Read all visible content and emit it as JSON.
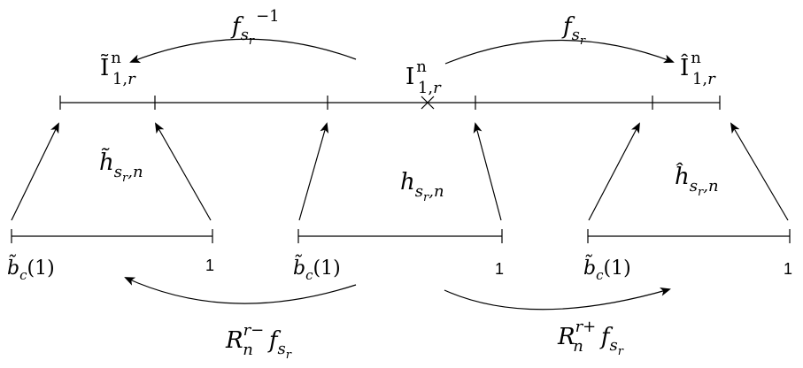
{
  "top_arrows": {
    "left": {
      "base": "f",
      "sub": "s",
      "subsub": "r",
      "sup": "−1"
    },
    "right": {
      "base": "f",
      "sub": "s",
      "subsub": "r"
    }
  },
  "top_labels": {
    "left": {
      "base": "Ĩ",
      "sup": "n",
      "sub": "1,",
      "sub_r": "r"
    },
    "middle": {
      "base": "I",
      "sup": "n",
      "sub": "1,",
      "sub_r": "r"
    },
    "right": {
      "base": "Î",
      "sup": "n",
      "sub": "1,",
      "sub_r": "r"
    }
  },
  "maps": {
    "left": {
      "base": "h̃",
      "sub": "s",
      "subsub": "r",
      "sub_tail": ",n"
    },
    "middle": {
      "base": "h",
      "sub": "s",
      "subsub": "r",
      "sub_tail": ",n"
    },
    "right": {
      "base": "ĥ",
      "sub": "s",
      "subsub": "r",
      "sub_tail": ",n"
    }
  },
  "bottom_intervals": [
    {
      "left_label": "b̃",
      "left_sub": "c",
      "left_arg": "(1)",
      "right_label": "1"
    },
    {
      "left_label": "b̃",
      "left_sub": "c",
      "left_arg": "(1)",
      "right_label": "1"
    },
    {
      "left_label": "b̃",
      "left_sub": "c",
      "left_arg": "(1)",
      "right_label": "1"
    }
  ],
  "bottom_arrows": {
    "left": {
      "base": "R",
      "sub": "n",
      "sup": "r−",
      "f": "f",
      "fsub": "s",
      "fsubsub": "r"
    },
    "right": {
      "base": "R",
      "sub": "n",
      "sup": "r+",
      "f": "f",
      "fsub": "s",
      "fsubsub": "r"
    }
  }
}
